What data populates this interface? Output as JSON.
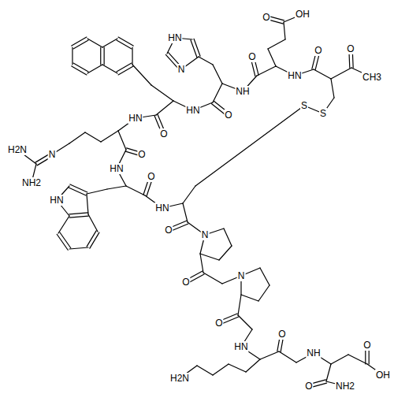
{
  "diagram": {
    "labels": [
      "OH",
      "O",
      "HN",
      "O",
      "O",
      "O",
      "N",
      "HN",
      "CH3",
      "NH",
      "HN",
      "S",
      "S",
      "O",
      "HN",
      "O",
      "O",
      "N",
      "H2N",
      "HN",
      "O",
      "NH2",
      "HN",
      "HN",
      "O",
      "N",
      "N",
      "O",
      "O",
      "O",
      "HN",
      "O",
      "NH",
      "OH",
      "O",
      "H2N",
      "NH2"
    ]
  }
}
